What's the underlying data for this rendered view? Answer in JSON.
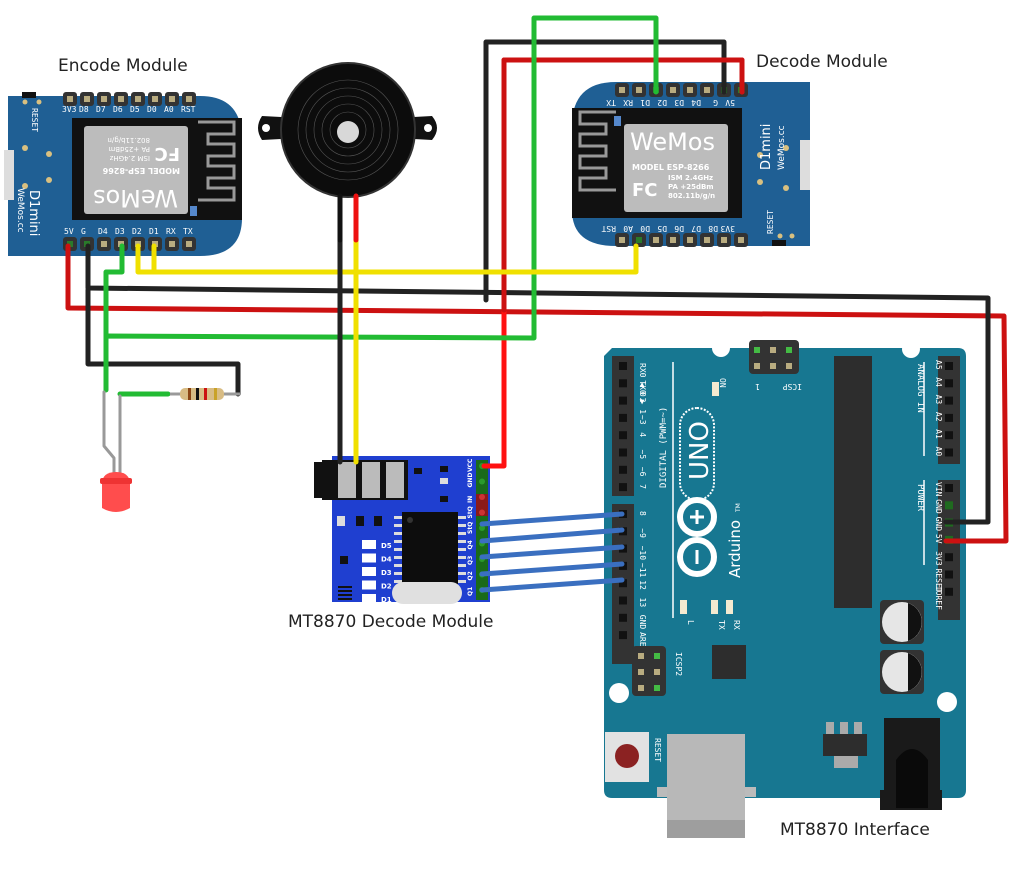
{
  "labels": {
    "encode_module": "Encode Module",
    "decode_module": "Decode Module",
    "mt8870_decode": "MT8870 Decode Module",
    "mt8870_interface": "MT8870 Interface"
  },
  "encode_board": {
    "name": "D1mini",
    "brand": "WeMos.cc",
    "reset_label": "RESET",
    "top_pins": [
      "3V3",
      "D8",
      "D7",
      "D6",
      "D5",
      "D0",
      "A0",
      "RST"
    ],
    "bottom_pins": [
      "5V",
      "G",
      "D4",
      "D3",
      "D2",
      "D1",
      "RX",
      "TX"
    ],
    "chip": {
      "logo": "WeMos",
      "model": "MODEL  ESP-8266",
      "l1": "ISM 2.4GHz",
      "l2": "PA +25dBm",
      "l3": "802.11b/g/n",
      "fc": "FC"
    }
  },
  "decode_board": {
    "name": "D1mini",
    "brand": "WeMos.cc",
    "reset_label": "RESET",
    "top_pins": [
      "TX",
      "RX",
      "D1",
      "D2",
      "D3",
      "D4",
      "G",
      "5V"
    ],
    "bottom_pins": [
      "RST",
      "A0",
      "D0",
      "D5",
      "D6",
      "D7",
      "D8",
      "3V3"
    ],
    "chip": {
      "logo": "WeMos",
      "model": "MODEL  ESP-8266",
      "l1": "ISM 2.4GHz",
      "l2": "PA +25dBm",
      "l3": "802.11b/g/n",
      "fc": "FC"
    }
  },
  "mt8870": {
    "pins": [
      "VCC",
      "GND",
      "IN",
      "StQ",
      "StQ",
      "Q4",
      "Q3",
      "Q2",
      "Q1"
    ],
    "leds": [
      "D5",
      "D4",
      "D3",
      "D2",
      "D1"
    ]
  },
  "arduino": {
    "brand": "Arduino",
    "model": "UNO",
    "tm": "TM",
    "digital_label": "DIGITAL (PWM=~)",
    "digital_pins": [
      "RX0 ◀ 0",
      "TX0 ▶ 1",
      "2",
      "~3",
      "4",
      "~5",
      "~6",
      "7",
      "8",
      "~9",
      "~10",
      "~11",
      "12",
      "13",
      "GND",
      "AREF"
    ],
    "analog_label": "ANALOG IN",
    "analog_pins": [
      "A5",
      "A4",
      "A3",
      "A2",
      "A1",
      "A0"
    ],
    "power_label": "POWER",
    "power_pins": [
      "VIN",
      "GND",
      "GND",
      "5V",
      "3V3",
      "RESET",
      "IOREF"
    ],
    "icsp_label": "ICSP",
    "icsp2_label": "ICSP2",
    "on_label": "ON",
    "l_label": "L",
    "tx_label": "TX",
    "rx_label": "RX",
    "reset_label": "RESET",
    "one_label": "1"
  },
  "colors": {
    "wemos_blue": "#1f5f94",
    "arduino_teal": "#177791",
    "mt_blue": "#1f3fd0",
    "wire_red": "#cc1111",
    "wire_black": "#222222",
    "wire_green": "#22bb33",
    "wire_yellow": "#f0e000",
    "wire_blue": "#3a6fc0"
  }
}
